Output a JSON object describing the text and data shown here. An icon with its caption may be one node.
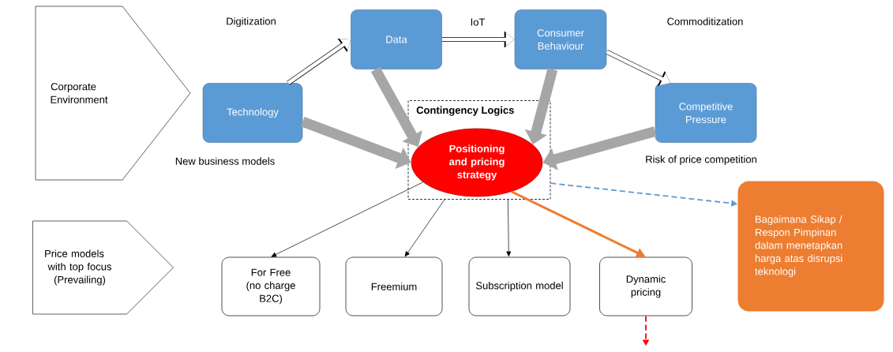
{
  "diagram": {
    "nodes": [
      {
        "text": [
          "Corporate Environment"
        ]
      },
      {
        "text": [
          "Price models with top focus (Prevailing)"
        ]
      },
      {
        "text": [
          "Technology"
        ]
      },
      {
        "text": [
          "Data"
        ]
      },
      {
        "text": [
          "Consumer Behaviour"
        ]
      },
      {
        "text": [
          "Competitive Pressure"
        ]
      },
      {
        "text": [
          "Contingency Logics"
        ]
      },
      {
        "text": [
          "Positioning and pricing strategy"
        ],
        "in": 6
      },
      {
        "text": [
          "For Free (no charge B2C)"
        ]
      },
      {
        "text": [
          "Freemium"
        ]
      },
      {
        "text": [
          "Subscription model"
        ]
      },
      {
        "text": [
          "Dynamic pricing"
        ]
      },
      {
        "text": [
          "Bagaimana Sikap / Respon Pimpinan dalam menetapkan harga atas disrupsi teknologi"
        ]
      }
    ],
    "edges": [
      {
        "from": 2,
        "to": 3,
        "arrow": "to"
      },
      {
        "from": 3,
        "to": 4,
        "arrow": "to"
      },
      {
        "from": 4,
        "to": 5,
        "arrow": "to"
      },
      {
        "from": 2,
        "to": 7,
        "arrow": "to",
        "style": "thick",
        "color": "#a6a6a6"
      },
      {
        "from": 3,
        "to": 7,
        "arrow": "to",
        "style": "thick",
        "color": "#a6a6a6"
      },
      {
        "from": 4,
        "to": 7,
        "arrow": "to",
        "style": "thick",
        "color": "#a6a6a6"
      },
      {
        "from": 5,
        "to": 7,
        "arrow": "to",
        "style": "thick",
        "color": "#a6a6a6"
      },
      {
        "from": 7,
        "to": 8,
        "arrow": "to",
        "color": "#000000"
      },
      {
        "from": 6,
        "to": 9,
        "arrow": "to",
        "color": "#000000"
      },
      {
        "from": 6,
        "to": 10,
        "arrow": "to",
        "color": "#000000"
      },
      {
        "from": 7,
        "to": 11,
        "arrow": "to",
        "color": "#ed7d31"
      },
      {
        "from": 6,
        "to": 12,
        "arrow": "to",
        "style": "dashed",
        "color": "#5b9bd5"
      },
      {
        "from": 11,
        "to": null,
        "arrow": "to",
        "style": "dashed",
        "color": "#ff0000"
      }
    ],
    "labels": [
      "Digitization",
      "IoT",
      "Commoditization",
      "New business models",
      "Risk of price competition"
    ]
  }
}
